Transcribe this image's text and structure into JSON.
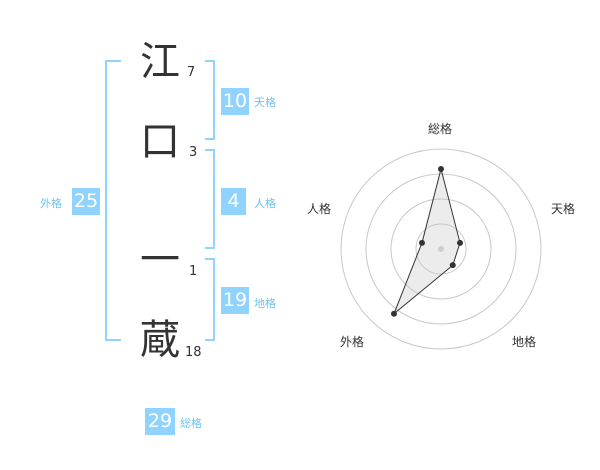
{
  "name_chars": [
    {
      "char": "江",
      "strokes": "7"
    },
    {
      "char": "口",
      "strokes": "3"
    },
    {
      "char": "一",
      "strokes": "1"
    },
    {
      "char": "蔵",
      "strokes": "18"
    }
  ],
  "fortunes": {
    "tenkaku": {
      "value": "10",
      "label": "天格"
    },
    "jinkaku": {
      "value": "4",
      "label": "人格"
    },
    "chikaku": {
      "value": "19",
      "label": "地格"
    },
    "gaikaku": {
      "value": "25",
      "label": "外格"
    },
    "soukaku": {
      "value": "29",
      "label": "総格"
    }
  },
  "colors": {
    "accent": "#8fd3fe",
    "accent_text": "#6cc3f5",
    "bracket": "#8fd3fe",
    "text": "#333333"
  },
  "chart_data": {
    "type": "radar",
    "axes": [
      "総格",
      "天格",
      "地格",
      "外格",
      "人格"
    ],
    "values": [
      4,
      1,
      1,
      4,
      1
    ],
    "max": 5,
    "rings": 4
  }
}
